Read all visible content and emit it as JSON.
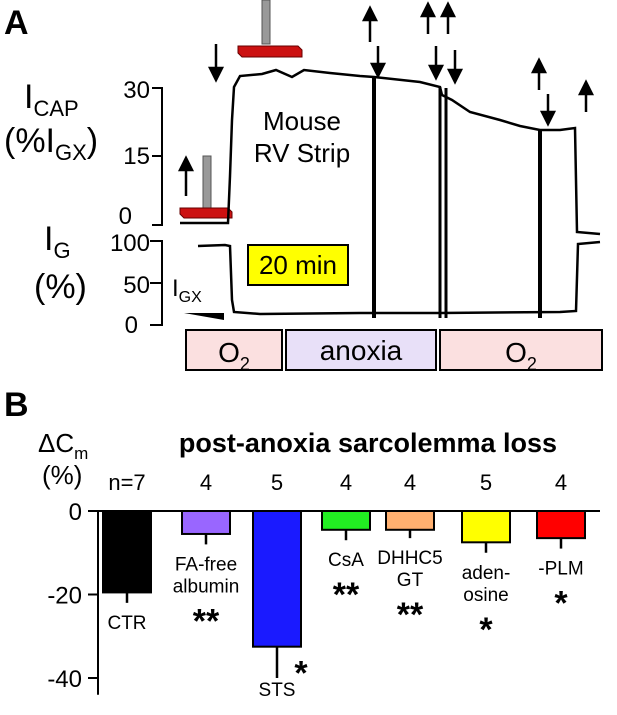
{
  "panel_a": {
    "label": "A",
    "icap_axis": {
      "label_main": "I",
      "label_sub": "CAP",
      "label2_pre": "(%I",
      "label2_sub": "GX",
      "label2_post": ")",
      "ticks": [
        "30",
        "15",
        "0"
      ]
    },
    "ig_axis": {
      "label_main": "I",
      "label_sub": "G",
      "label2": "(%)",
      "ticks": [
        "100",
        "50",
        "0"
      ]
    },
    "prep_label_line1": "Mouse",
    "prep_label_line2": "RV Strip",
    "scale_bar_label": "20 min",
    "igx_main": "I",
    "igx_sub": "GX",
    "conditions": [
      {
        "label_main": "O",
        "label_sub": "2",
        "color": "#fbe0e0"
      },
      {
        "label_main": "anoxia",
        "label_sub": "",
        "color": "#e8e0f8"
      },
      {
        "label_main": "O",
        "label_sub": "2",
        "color": "#fbe0e0"
      }
    ]
  },
  "panel_b": {
    "label": "B",
    "ylabel_main": "ΔC",
    "ylabel_sub": "m",
    "ylabel_unit": "(%)",
    "title": "post-anoxia sarcolemma loss"
  },
  "chart_data": {
    "type": "bar",
    "title": "post-anoxia sarcolemma loss",
    "ylabel": "ΔCm (%)",
    "ylim": [
      -44,
      0
    ],
    "yticks": [
      0,
      -20,
      -40
    ],
    "categories": [
      "CTR",
      "FA-free albumin",
      "STS",
      "CsA",
      "DHHC5 GT",
      "adenosine",
      "-PLM"
    ],
    "category_label_lines": [
      [
        "CTR"
      ],
      [
        "FA-free",
        "albumin"
      ],
      [
        "STS"
      ],
      [
        "CsA"
      ],
      [
        "DHHC5",
        "GT"
      ],
      [
        "aden-",
        "osine"
      ],
      [
        "-PLM"
      ]
    ],
    "n": [
      "n=7",
      "4",
      "5",
      "4",
      "4",
      "5",
      "4"
    ],
    "values": [
      -19.5,
      -5.5,
      -32.5,
      -4.5,
      -4.5,
      -7.5,
      -6.5
    ],
    "errors": [
      2.5,
      2.5,
      7.5,
      2.5,
      2.0,
      2.5,
      2.5
    ],
    "significance": [
      "",
      "**",
      "*",
      "**",
      "**",
      "*",
      "*"
    ],
    "colors": [
      "#000000",
      "#9966ff",
      "#1a1aff",
      "#22ee22",
      "#ffb070",
      "#ffff00",
      "#ff0000"
    ]
  }
}
